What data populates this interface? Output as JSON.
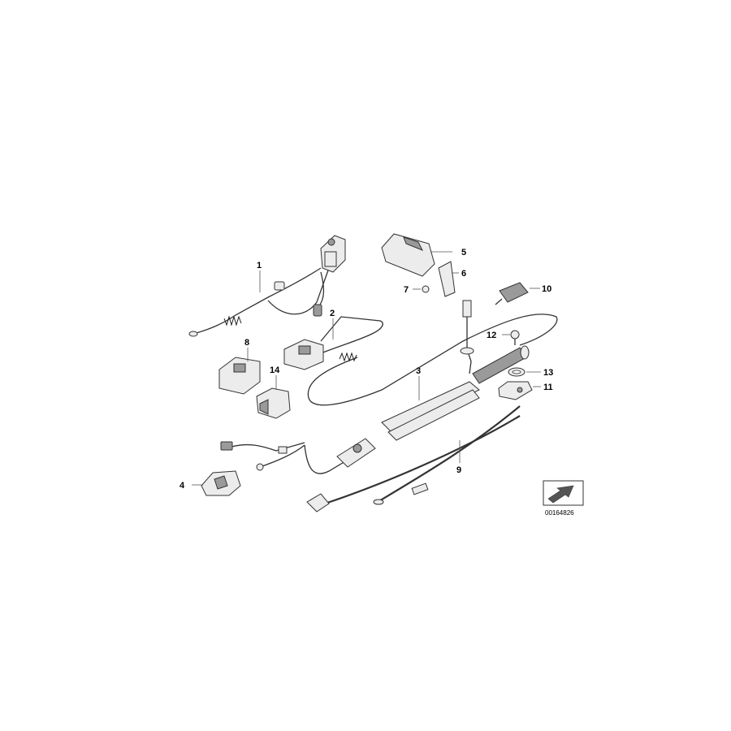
{
  "diagram": {
    "callouts": [
      {
        "id": "1",
        "label": "1"
      },
      {
        "id": "2",
        "label": "2"
      },
      {
        "id": "3",
        "label": "3"
      },
      {
        "id": "4",
        "label": "4"
      },
      {
        "id": "5",
        "label": "5"
      },
      {
        "id": "6",
        "label": "6"
      },
      {
        "id": "7",
        "label": "7"
      },
      {
        "id": "8",
        "label": "8"
      },
      {
        "id": "9",
        "label": "9"
      },
      {
        "id": "10",
        "label": "10"
      },
      {
        "id": "11",
        "label": "11"
      },
      {
        "id": "12",
        "label": "12"
      },
      {
        "id": "13",
        "label": "13"
      },
      {
        "id": "14",
        "label": "14"
      }
    ],
    "reference_number": "00164826",
    "reference_icon": "arrow-pointer-icon"
  }
}
